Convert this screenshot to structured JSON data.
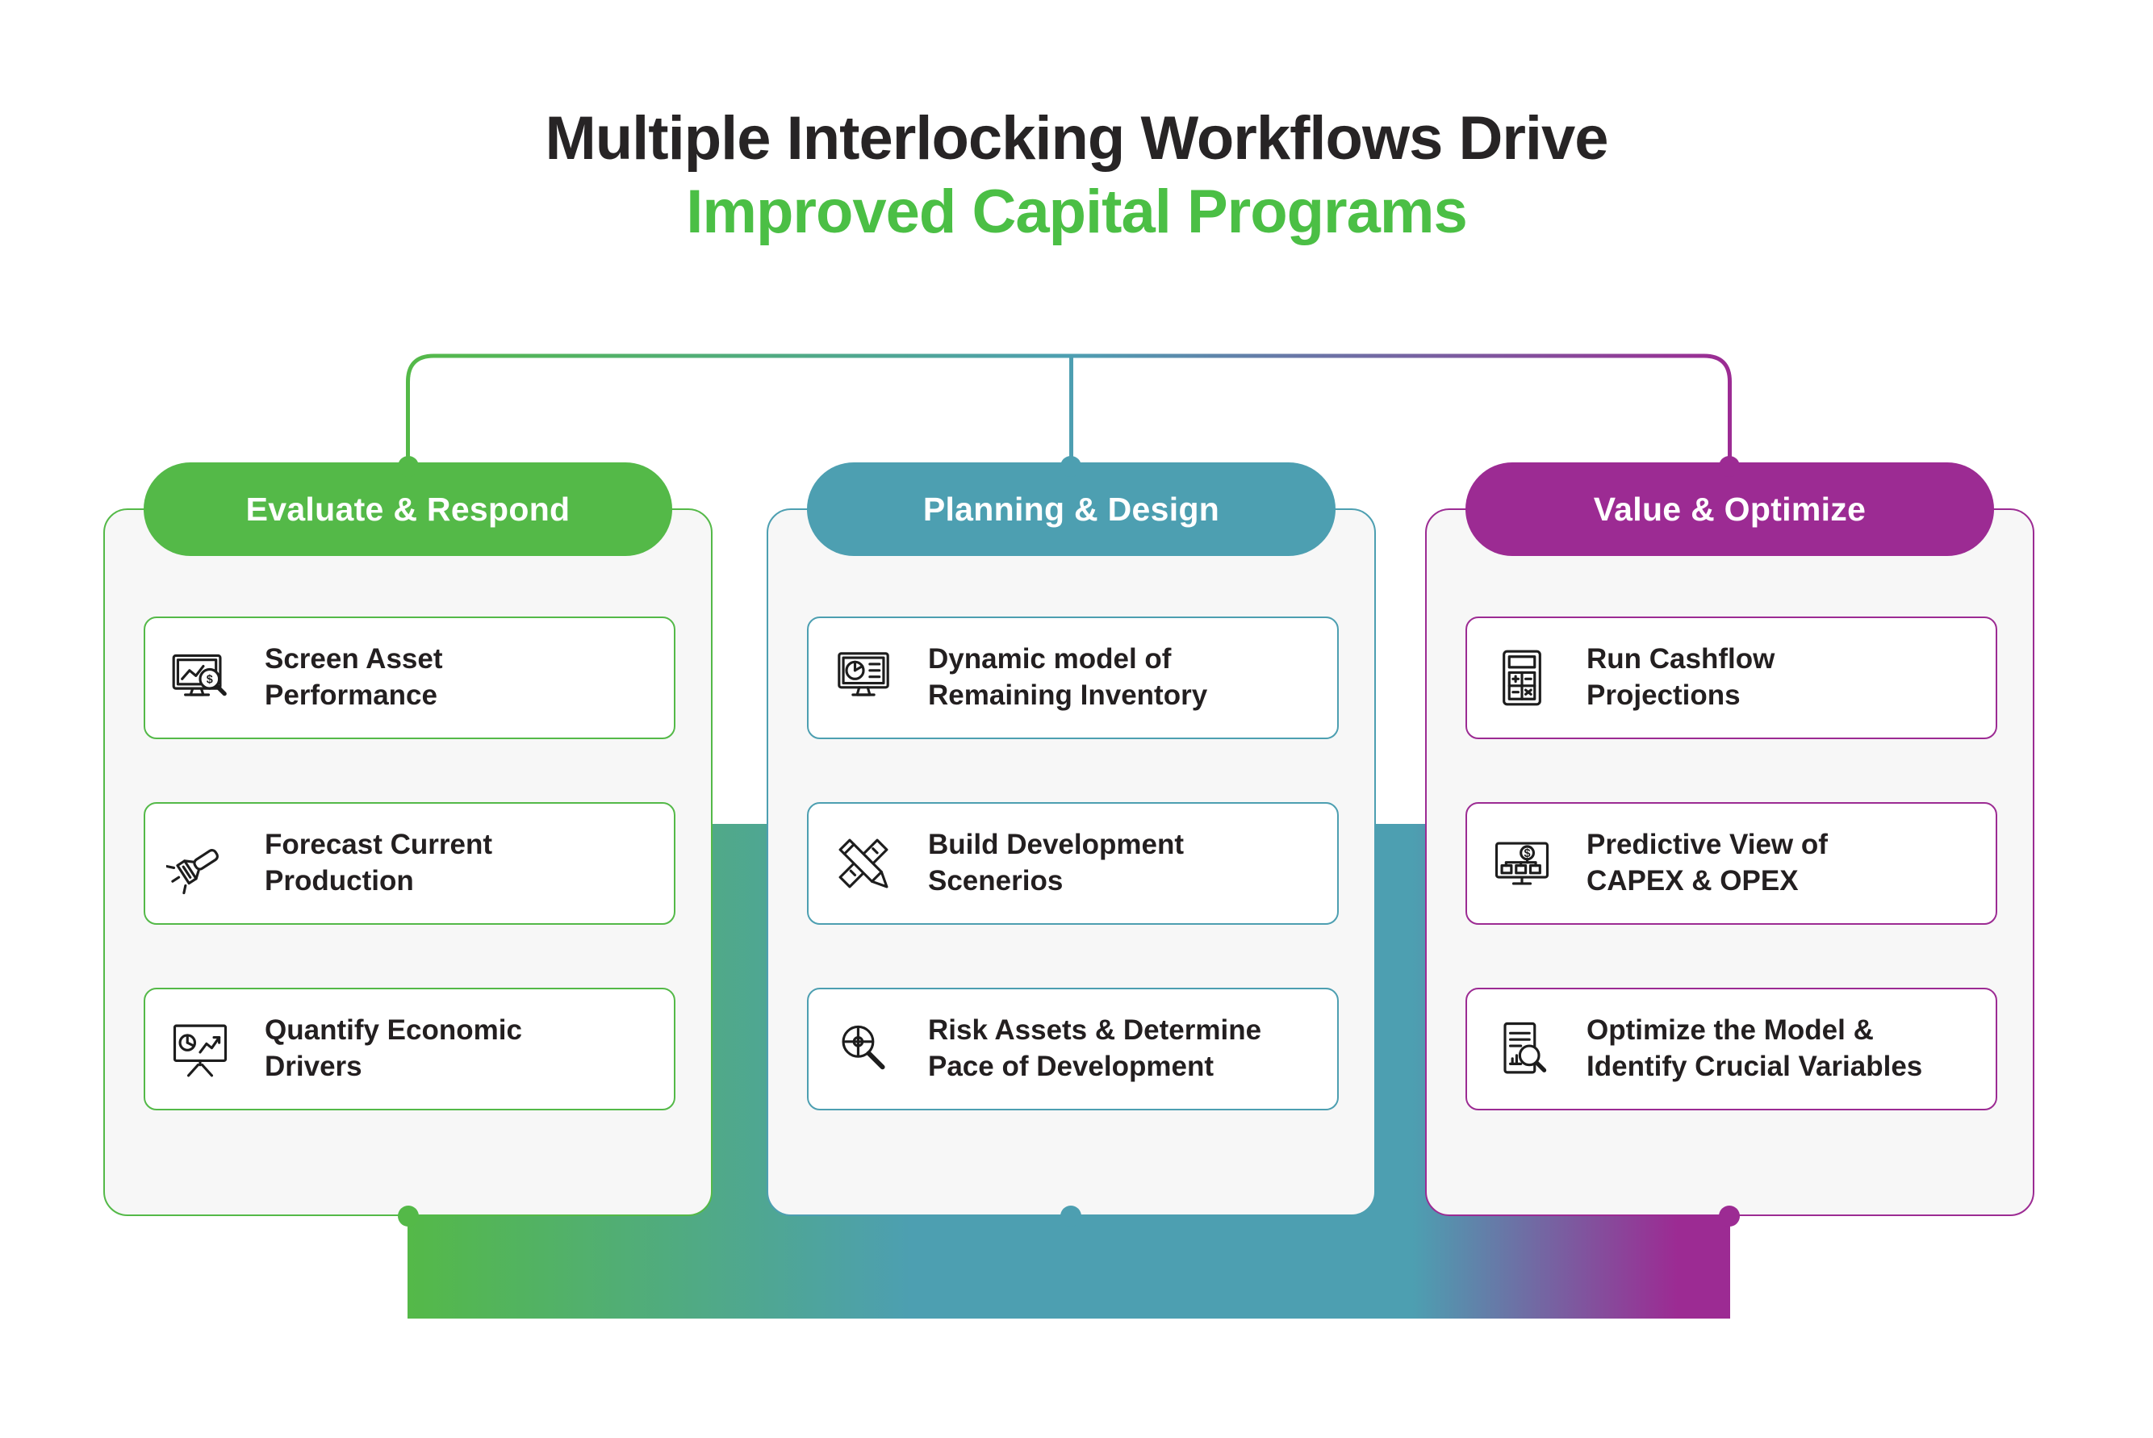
{
  "title": {
    "line1": "Multiple Interlocking Workflows Drive",
    "line2": "Improved Capital Programs",
    "line2_color": "#4bbf45"
  },
  "columns": [
    {
      "header": "Evaluate & Respond",
      "color": "#54b948",
      "items": [
        {
          "icon": "screen-chart-magnifier-icon",
          "label": "Screen Asset\nPerformance"
        },
        {
          "icon": "flashlight-icon",
          "label": "Forecast Current\nProduction"
        },
        {
          "icon": "presentation-charts-icon",
          "label": "Quantify Economic\nDrivers"
        }
      ]
    },
    {
      "header": "Planning & Design",
      "color": "#4d9fb1",
      "items": [
        {
          "icon": "monitor-pie-chart-icon",
          "label": "Dynamic model of\nRemaining Inventory"
        },
        {
          "icon": "pencil-ruler-icon",
          "label": "Build Development\nScenerios"
        },
        {
          "icon": "magnifier-target-icon",
          "label": "Risk Assets & Determine\nPace of Development"
        }
      ]
    },
    {
      "header": "Value & Optimize",
      "color": "#9c2b93",
      "items": [
        {
          "icon": "calculator-icon",
          "label": "Run Cashflow\nProjections"
        },
        {
          "icon": "monitor-flowchart-icon",
          "label": "Predictive View of\nCAPEX & OPEX"
        },
        {
          "icon": "document-magnifier-icon",
          "label": "Optimize the Model &\nIdentify Crucial Variables"
        }
      ]
    }
  ]
}
